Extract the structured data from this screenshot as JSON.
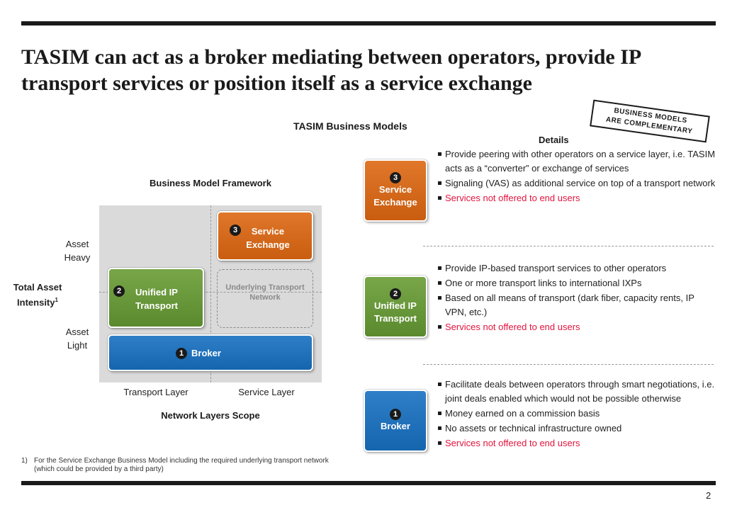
{
  "title": "TASIM can act as a broker mediating between operators, provide IP transport services or position itself as a service exchange",
  "section_title": "TASIM Business Models",
  "stamp": {
    "line1": "BUSINESS MODELS",
    "line2": "ARE COMPLEMENTARY"
  },
  "framework": {
    "title": "Business Model Framework",
    "y_axis_label": "Total Asset Intensity",
    "y_axis_superscript": "1",
    "asset_heavy": "Asset Heavy",
    "asset_light": "Asset Light",
    "x_axis_label": "Network Layers Scope",
    "x_left": "Transport Layer",
    "x_right": "Service Layer",
    "service_exchange": {
      "num": "3",
      "label": "Service Exchange"
    },
    "unified_ip": {
      "num": "2",
      "label": "Unified IP Transport"
    },
    "broker": {
      "num": "1",
      "label": "Broker"
    },
    "underlying": "Underlying Transport Network"
  },
  "footnote": {
    "marker": "1)",
    "text": "For the Service Exchange Business Model including the required underlying transport network (which could be provided by a third party)"
  },
  "details_heading": "Details",
  "models": [
    {
      "num": "3",
      "label": "Service Exchange",
      "bullets": [
        "Provide peering with other operators on a service layer, i.e. TASIM acts as a “converter” or exchange of services",
        "Signaling (VAS) as additional service on top of a transport network"
      ],
      "red": "Services not offered to end users"
    },
    {
      "num": "2",
      "label": "Unified IP Transport",
      "bullets": [
        "Provide IP-based transport services to other operators",
        "One or more transport links to international IXPs",
        "Based on all means of transport (dark fiber, capacity rents, IP VPN, etc.)"
      ],
      "red": "Services not offered to end users"
    },
    {
      "num": "1",
      "label": "Broker",
      "bullets": [
        "Facilitate deals between operators through smart negotiations, i.e. joint deals enabled which would not be possible otherwise",
        "Money earned on a commission basis",
        "No assets or technical infrastructure owned"
      ],
      "red": "Services not offered to end users"
    }
  ],
  "page_number": "2",
  "colors": {
    "orange": "#d5671b",
    "green": "#6a9a3b",
    "blue": "#1e71bd",
    "red": "#e2143d"
  }
}
